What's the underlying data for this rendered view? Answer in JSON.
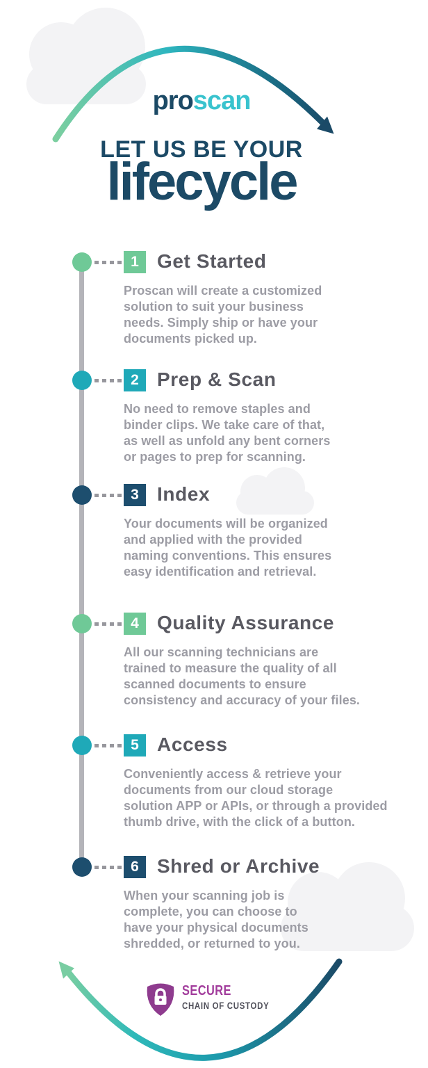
{
  "header": {
    "logo_pro": "pro",
    "logo_scan": "scan",
    "tagline": "LET US BE YOUR",
    "title": "lifecycle"
  },
  "steps": [
    {
      "number": "1",
      "title": "Get Started",
      "description": "Proscan will create a customized\nsolution to suit your business\nneeds. Simply ship or have your\ndocuments picked up.",
      "color": "#6FC997"
    },
    {
      "number": "2",
      "title": "Prep & Scan",
      "description": "No need to remove staples and\nbinder clips. We take care of that,\nas well as unfold any bent corners\nor pages to prep for scanning.",
      "color": "#1FA9B8"
    },
    {
      "number": "3",
      "title": "Index",
      "description": "Your documents will be organized\nand applied with the provided\nnaming conventions. This ensures\neasy identification and retrieval.",
      "color": "#1D4E6E"
    },
    {
      "number": "4",
      "title": "Quality Assurance",
      "description": "All our scanning technicians are\ntrained to measure the quality of all\nscanned documents to ensure\nconsistency and accuracy of your files.",
      "color": "#6FC997"
    },
    {
      "number": "5",
      "title": "Access",
      "description": "Conveniently access & retrieve your\ndocuments from our cloud storage\nsolution APP or APIs, or through a provided\nthumb drive, with the click of a button.",
      "color": "#1FA9B8"
    },
    {
      "number": "6",
      "title": "Shred or Archive",
      "description": "When your scanning job is\ncomplete, you can choose to\nhave your physical documents\nshredded, or returned to you.",
      "color": "#1D4E6E"
    }
  ],
  "badge": {
    "line1": "SECURE",
    "line2": "CHAIN OF CUSTODY"
  },
  "colors": {
    "navy": "#1C4A66",
    "teal": "#1FA9B8",
    "green": "#6FC997",
    "logo_scan_teal": "#39C3CE",
    "heading_gray": "#595961",
    "body_gray": "#9C9CA4",
    "badge_purple": "#8E3B8E",
    "badge_text_purple": "#A23D9C",
    "badge_subtext_gray": "#50505A",
    "cloud_gray": "#F3F3F5",
    "timeline_gray": "#B4B4B9"
  }
}
